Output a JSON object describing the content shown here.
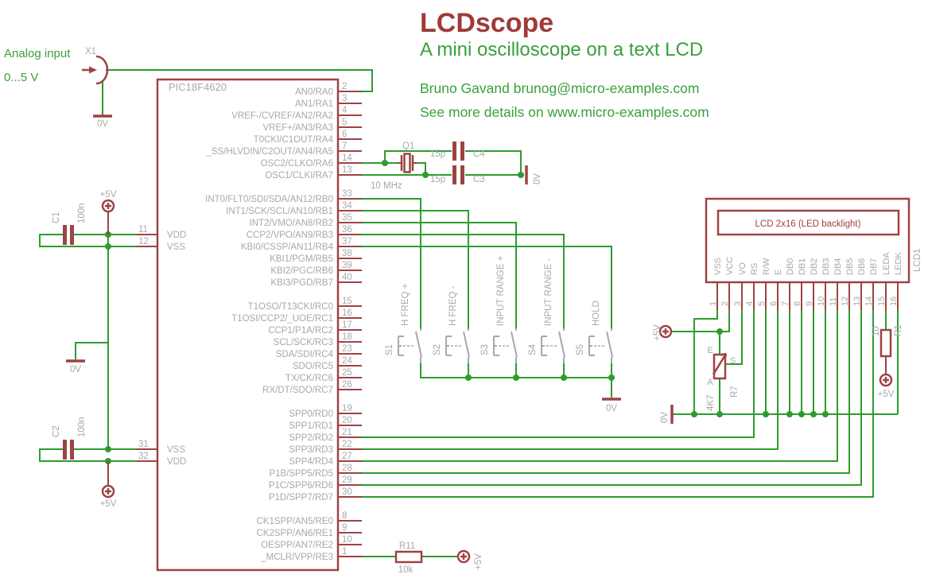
{
  "title": {
    "main": "LCDscope",
    "subtitle": "A mini oscilloscope on a text LCD",
    "author": "Bruno Gavand brunog@micro-examples.com",
    "more": "See more details on www.micro-examples.com"
  },
  "analog_input": {
    "line1": "Analog input",
    "line2": "0...5 V"
  },
  "labels": {
    "x1": "X1",
    "q1": "Q1",
    "freq": "10 MHz",
    "c1": "C1",
    "c1_val": "100n",
    "c2": "C2",
    "c2_val": "100n",
    "c3": "C3",
    "c3_val": "15p",
    "c4": "C4",
    "c4_val": "15p",
    "r11": "R11",
    "r11_val": "10k",
    "r7": "R7",
    "r7_val": "4K7",
    "pot_e": "E",
    "pot_s": "S",
    "pot_a": "A",
    "r1": "R1",
    "r1_val": "10",
    "p5": "+5V",
    "gnd": "0V",
    "lcd1": "LCD1"
  },
  "ic": {
    "name": "PIC18F4620",
    "right_pins": [
      {
        "num": "2",
        "label": "AN0/RA0"
      },
      {
        "num": "3",
        "label": "AN1/RA1"
      },
      {
        "num": "4",
        "label": "VREF-/CVREF/AN2/RA2"
      },
      {
        "num": "5",
        "label": "VREF+/AN3/RA3"
      },
      {
        "num": "6",
        "label": "T0CKI/C1OUT/RA4"
      },
      {
        "num": "7",
        "label": "_SS/HLVDIN/C2OUT/AN4/RA5"
      },
      {
        "num": "14",
        "label": "OSC2/CLKO/RA6"
      },
      {
        "num": "13",
        "label": "OSC1/CLKI/RA7"
      },
      {
        "num": "33",
        "label": "INT0/FLT0/SDI/SDA/AN12/RB0"
      },
      {
        "num": "34",
        "label": "INT1/SCK/SCL/AN10/RB1"
      },
      {
        "num": "35",
        "label": "INT2/VMO/AN8/RB2"
      },
      {
        "num": "36",
        "label": "CCP2/VPO/AN9/RB3"
      },
      {
        "num": "37",
        "label": "KBI0/CSSP/AN11/RB4"
      },
      {
        "num": "38",
        "label": "KBI1/PGM/RB5"
      },
      {
        "num": "39",
        "label": "KBI2/PGC/RB6"
      },
      {
        "num": "40",
        "label": "KBI3/PGD/RB7"
      },
      {
        "num": "15",
        "label": "T1OSO/T13CKI/RC0"
      },
      {
        "num": "16",
        "label": "T1OSI/CCP2/_UOE/RC1"
      },
      {
        "num": "17",
        "label": "CCP1/P1A/RC2"
      },
      {
        "num": "18",
        "label": "SCL/SCK/RC3"
      },
      {
        "num": "23",
        "label": "SDA/SDI/RC4"
      },
      {
        "num": "24",
        "label": "SDO/RC5"
      },
      {
        "num": "25",
        "label": "TX/CK/RC6"
      },
      {
        "num": "26",
        "label": "RX/DT/SDO/RC7"
      },
      {
        "num": "19",
        "label": "SPP0/RD0"
      },
      {
        "num": "20",
        "label": "SPP1/RD1"
      },
      {
        "num": "21",
        "label": "SPP2/RD2"
      },
      {
        "num": "22",
        "label": "SPP3/RD3"
      },
      {
        "num": "27",
        "label": "SPP4/RD4"
      },
      {
        "num": "28",
        "label": "P1B/SPP5/RD5"
      },
      {
        "num": "29",
        "label": "P1C/SPP6/RD6"
      },
      {
        "num": "30",
        "label": "P1D/SPP7/RD7"
      },
      {
        "num": "8",
        "label": "CK1SPP/AN5/RE0"
      },
      {
        "num": "9",
        "label": "CK2SPP/AN6/RE1"
      },
      {
        "num": "10",
        "label": "OESPP/AN7/RE2"
      },
      {
        "num": "1",
        "label": "_MCLR/VPP/RE3"
      }
    ],
    "left_pins": [
      {
        "num": "11",
        "label": "VDD"
      },
      {
        "num": "12",
        "label": "VSS"
      },
      {
        "num": "31",
        "label": "VSS"
      },
      {
        "num": "32",
        "label": "VDD"
      }
    ]
  },
  "switches": [
    {
      "ref": "S1",
      "label": "H FREQ +"
    },
    {
      "ref": "S2",
      "label": "H FREQ -"
    },
    {
      "ref": "S3",
      "label": "INPUT RANGE +"
    },
    {
      "ref": "S4",
      "label": "INPUT RANGE -"
    },
    {
      "ref": "S5",
      "label": "HOLD"
    }
  ],
  "lcd": {
    "title": "LCD 2x16 (LED backlight)",
    "ref": "LCD1",
    "pins": [
      {
        "num": "1",
        "name": "VSS"
      },
      {
        "num": "2",
        "name": "VCC"
      },
      {
        "num": "3",
        "name": "VO"
      },
      {
        "num": "4",
        "name": "RS"
      },
      {
        "num": "5",
        "name": "R/W"
      },
      {
        "num": "6",
        "name": "E"
      },
      {
        "num": "7",
        "name": "DB0"
      },
      {
        "num": "8",
        "name": "DB1"
      },
      {
        "num": "9",
        "name": "DB2"
      },
      {
        "num": "10",
        "name": "DB3"
      },
      {
        "num": "11",
        "name": "DB4"
      },
      {
        "num": "12",
        "name": "DB5"
      },
      {
        "num": "13",
        "name": "DB6"
      },
      {
        "num": "14",
        "name": "DB7"
      },
      {
        "num": "15",
        "name": "LEDA"
      },
      {
        "num": "16",
        "name": "LEDK"
      }
    ]
  }
}
